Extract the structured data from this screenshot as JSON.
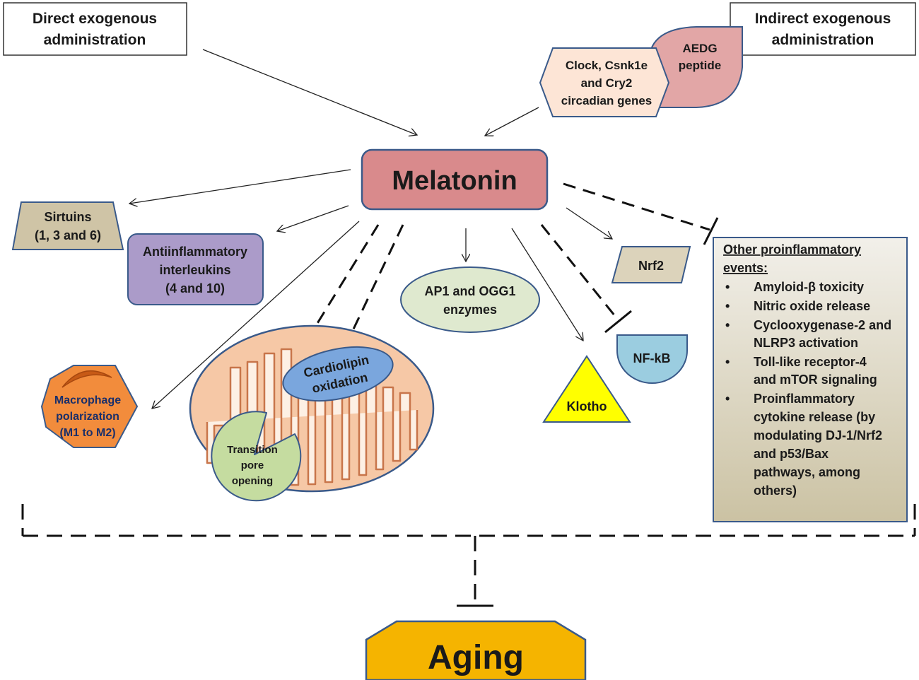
{
  "sources": {
    "direct": [
      "Direct exogenous",
      "administration"
    ],
    "indirect": [
      "Indirect exogenous",
      "administration"
    ]
  },
  "genes": [
    "Clock, Csnk1e",
    "and Cry2",
    "circadian genes"
  ],
  "aedg": [
    "AEDG",
    "peptide"
  ],
  "center": "Melatonin",
  "nodes": {
    "sirtuins": [
      "Sirtuins",
      "(1, 3 and 6)"
    ],
    "interleukins": [
      "Antiinflammatory",
      "interleukins",
      "(4 and 10)"
    ],
    "macrophage": [
      "Macrophage",
      "polarization",
      "(M1 to M2)"
    ],
    "cardiolipin": [
      "Cardiolipin",
      "oxidation"
    ],
    "pore": [
      "Transition",
      "pore",
      "opening"
    ],
    "ap1": [
      "AP1 and OGG1",
      "enzymes"
    ],
    "klotho": "Klotho",
    "nfkb": "NF-kB",
    "nrf2": "Nrf2"
  },
  "proinflammatory": {
    "heading": [
      "Other proinflammatory",
      "events:"
    ],
    "bullet": "•",
    "items": [
      [
        "Amyloid-β toxicity"
      ],
      [
        "Nitric oxide release"
      ],
      [
        "Cyclooxygenase-2 and",
        "NLRP3 activation"
      ],
      [
        "Toll-like receptor-4",
        "and mTOR signaling"
      ],
      [
        "Proinflammatory",
        "cytokine release (by",
        "modulating DJ-1/Nrf2",
        "and p53/Bax",
        "pathways, among",
        "others)"
      ]
    ]
  },
  "outcome": "Aging",
  "colors": {
    "melatonin": "#d98a8c",
    "aedg": "#e2a6a6",
    "genes": "#fde5d6",
    "sirtuins": "#cfc4a6",
    "interleukins": "#ab9bc9",
    "macrophage": "#f28c3c",
    "mitochondria": "#f6c8a6",
    "cardiolipin": "#7aa6dd",
    "pore": "#c5dca0",
    "ap1": "#dfe9cf",
    "klotho": "#ffff00",
    "nfkb": "#9bcde0",
    "nrf2": "#dcd3bb",
    "aging": "#f5b400"
  }
}
